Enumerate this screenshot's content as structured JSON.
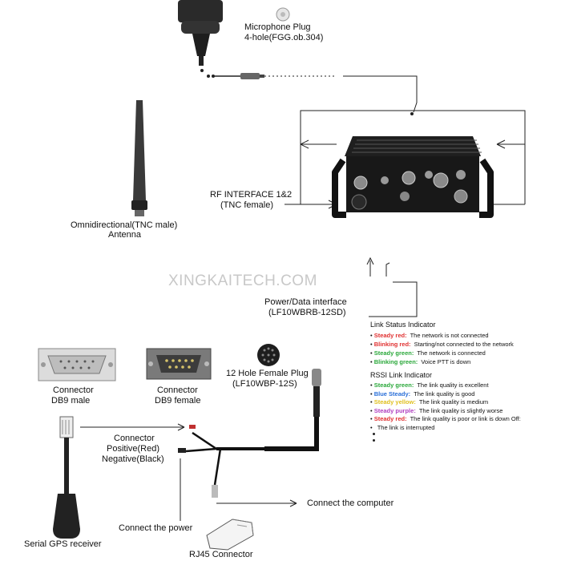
{
  "watermark": "XINGKAITECH.COM",
  "labels": {
    "mic_plug": "Microphone Plug",
    "mic_plug_model": "4-hole(FGG.ob.304)",
    "rf_interface": "RF INTERFACE 1&2",
    "rf_interface_type": "(TNC female)",
    "antenna_type": "Omnidirectional(TNC male)",
    "antenna": "Antenna",
    "power_data": "Power/Data interface",
    "power_data_model": "(LF10WBRB-12SD)",
    "plug12_title": "12 Hole Female Plug",
    "plug12_model": "(LF10WBP-12S)",
    "db9_male_1": "Connector",
    "db9_male_2": "DB9 male",
    "db9_female_1": "Connector",
    "db9_female_2": "DB9 female",
    "connector_1": "Connector",
    "connector_2": "Positive(Red)",
    "connector_3": "Negative(Black)",
    "connect_computer": "Connect the computer",
    "connect_power": "Connect the power",
    "rj45": "RJ45 Connector",
    "gps": "Serial GPS receiver"
  },
  "link_status": {
    "title": "Link Status Indicator",
    "items": [
      {
        "key": "Steady red:",
        "color": "#e03030",
        "text": "The network is not connected"
      },
      {
        "key": "Blinking red:",
        "color": "#e03030",
        "text": "Starting/not connected to the network"
      },
      {
        "key": "Steady green:",
        "color": "#2aa83a",
        "text": "The network is connected"
      },
      {
        "key": "Blinking green:",
        "color": "#2aa83a",
        "text": "Voice PTT is down"
      }
    ]
  },
  "rssi": {
    "title": "RSSI Link Indicator",
    "items": [
      {
        "key": "Steady green:",
        "color": "#2aa83a",
        "text": "The link quality is excellent"
      },
      {
        "key": "Blue Steady:",
        "color": "#2a6fd8",
        "text": "The link quality is good"
      },
      {
        "key": "Steady yellow:",
        "color": "#e0c020",
        "text": "The link quality is medium"
      },
      {
        "key": "Steady purple:",
        "color": "#b040c0",
        "text": "The link quality is slightly worse"
      },
      {
        "key": "Steady red:",
        "color": "#e03030",
        "text": "The link quality is poor or link is down  Off:"
      },
      {
        "key": "",
        "color": "#111111",
        "text": "The link is interrupted"
      }
    ]
  }
}
